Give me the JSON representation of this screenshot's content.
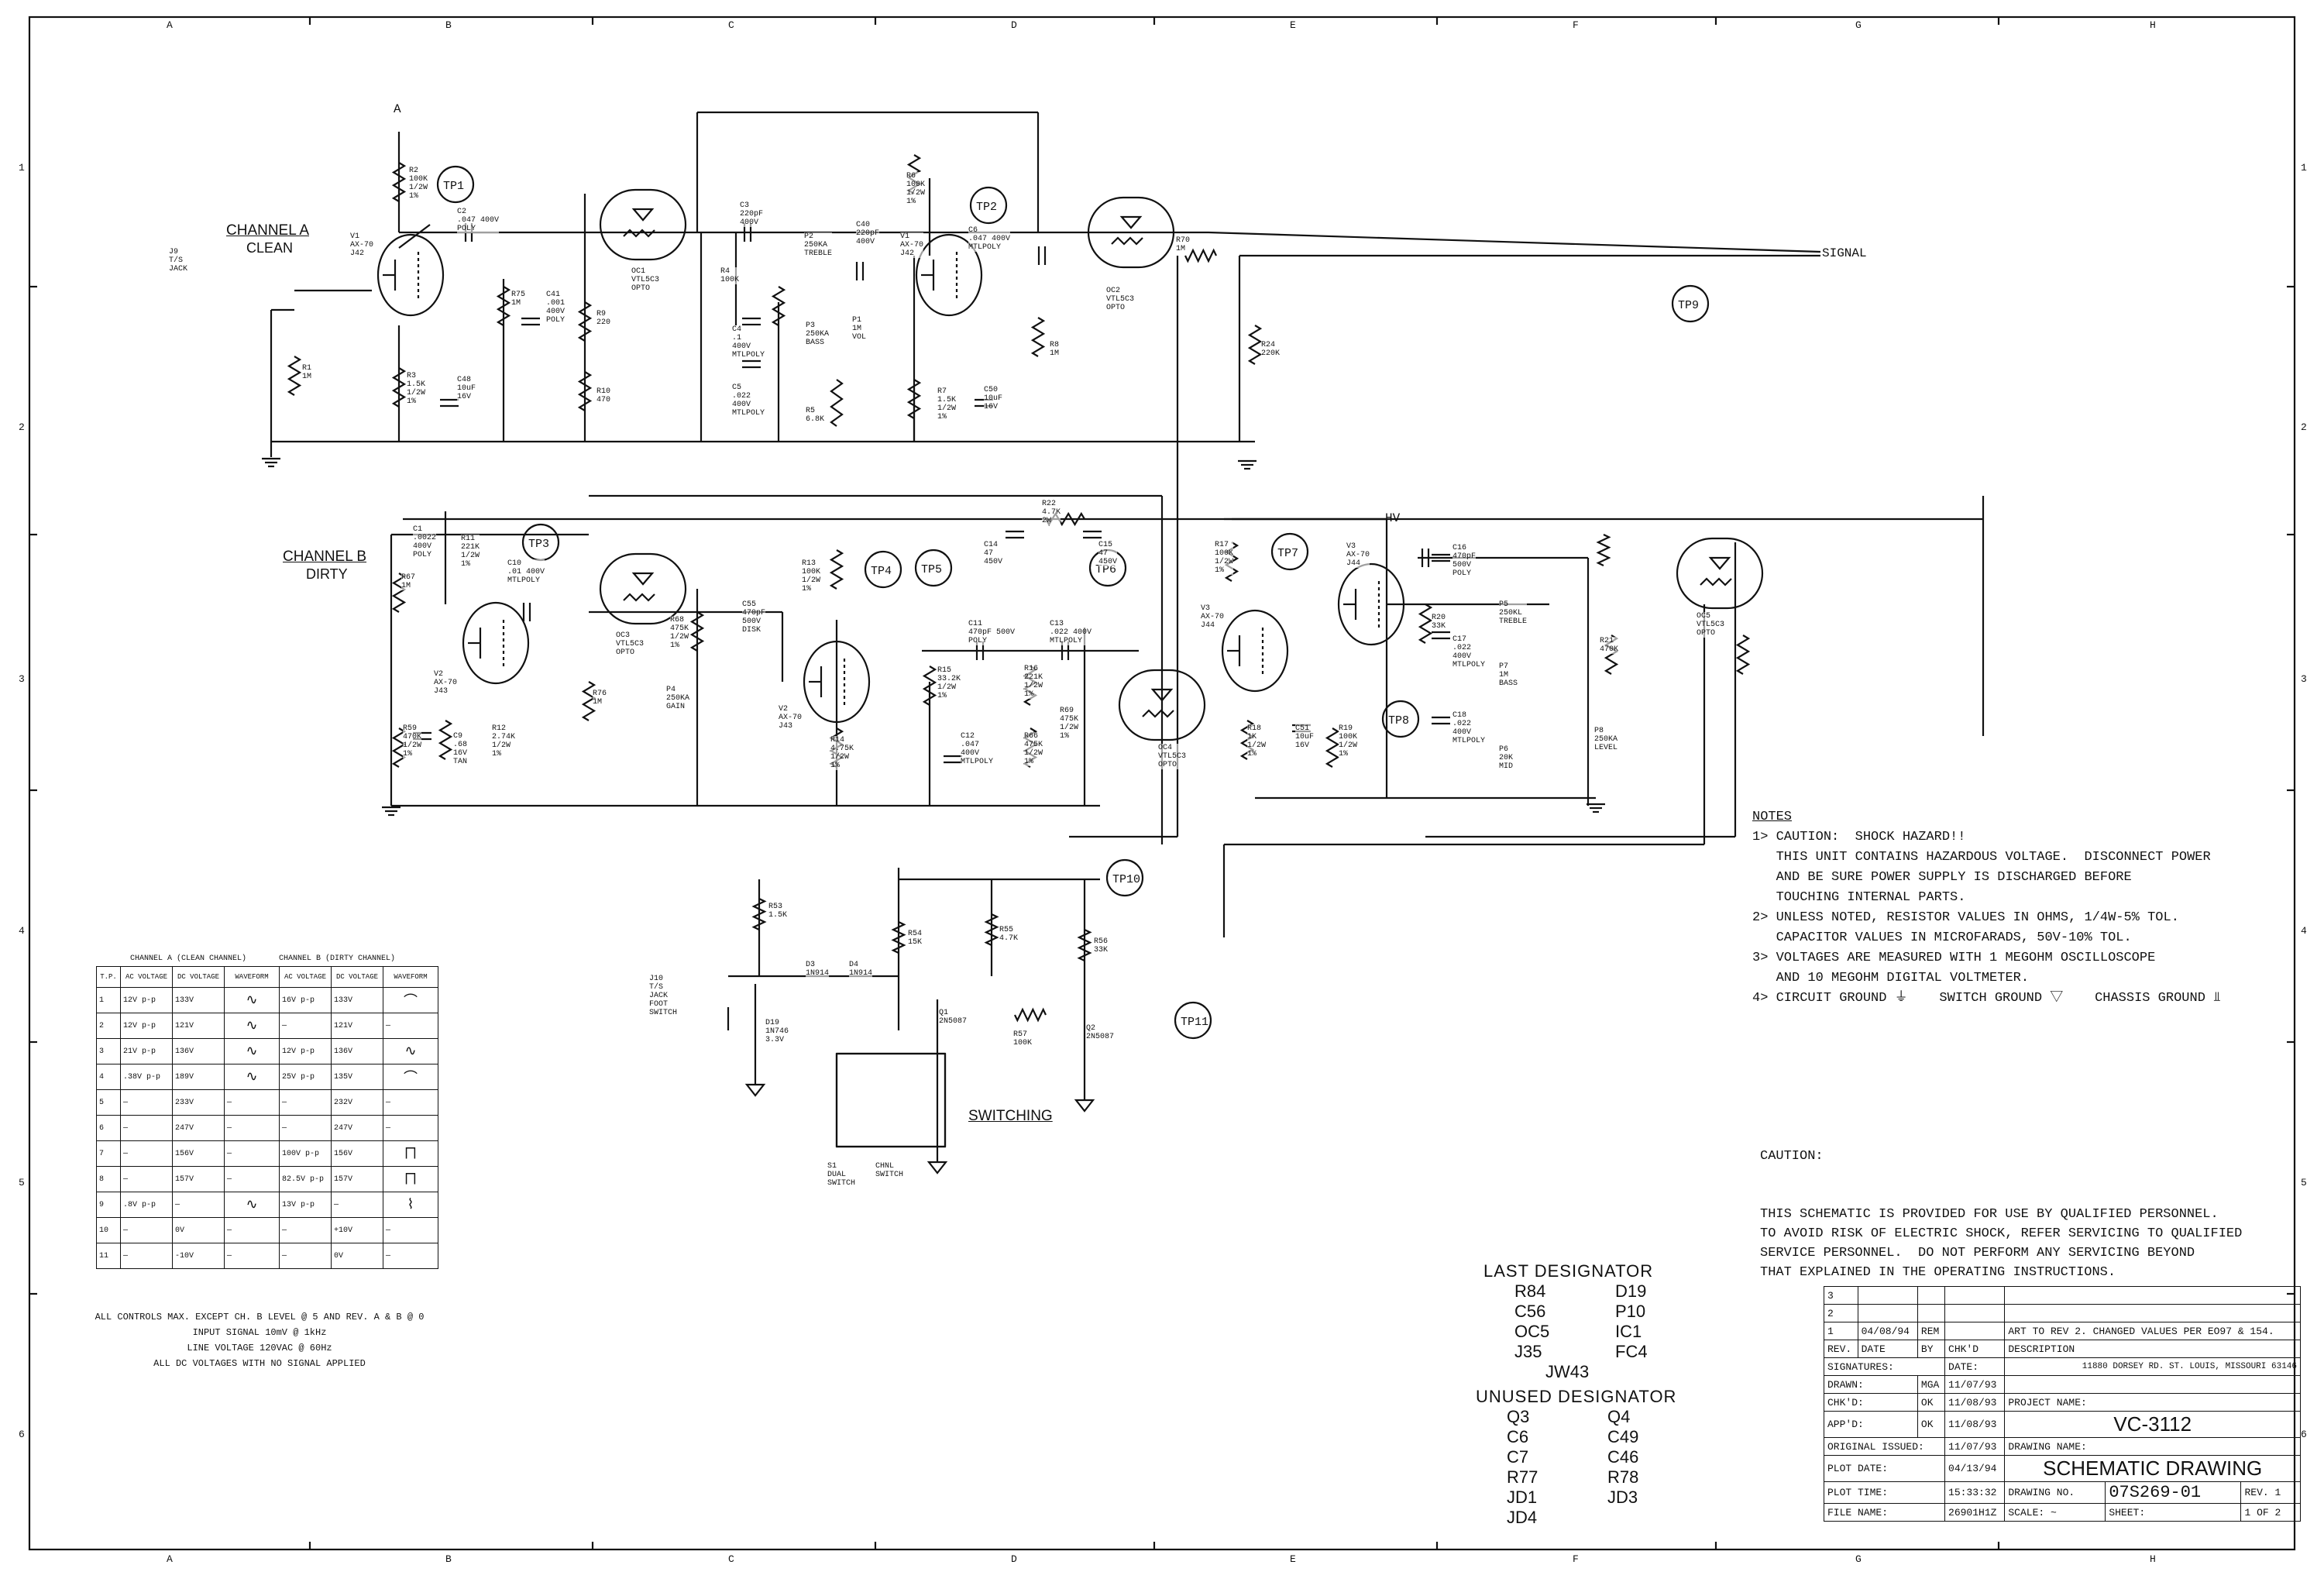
{
  "border": {
    "columns": [
      "A",
      "B",
      "C",
      "D",
      "E",
      "F",
      "G",
      "H"
    ],
    "rows": [
      "1",
      "2",
      "3",
      "4",
      "5",
      "6"
    ]
  },
  "schematic": {
    "channel_a_title": "CHANNEL A",
    "channel_a_sub": "CLEAN",
    "channel_b_title": "CHANNEL B",
    "channel_b_sub": "DIRTY",
    "switching_title": "SWITCHING",
    "signal_label": "SIGNAL",
    "hv_label": "HV",
    "a_label": "A",
    "test_points": [
      "TP1",
      "TP2",
      "TP3",
      "TP4",
      "TP5",
      "TP6",
      "TP7",
      "TP8",
      "TP9",
      "TP10",
      "TP11"
    ],
    "components": [
      {
        "ref": "J9",
        "lines": [
          "J9",
          "T/S",
          "JACK"
        ]
      },
      {
        "ref": "R2",
        "lines": [
          "R2",
          "100K",
          "1/2W",
          "1%"
        ]
      },
      {
        "ref": "C2",
        "lines": [
          "C2",
          ".047 400V",
          "POLY"
        ]
      },
      {
        "ref": "V1a",
        "lines": [
          "V1",
          "AX-70",
          "J42"
        ]
      },
      {
        "ref": "R1",
        "lines": [
          "R1",
          "1M"
        ]
      },
      {
        "ref": "R3",
        "lines": [
          "R3",
          "1.5K",
          "1/2W",
          "1%"
        ]
      },
      {
        "ref": "C48",
        "lines": [
          "C48",
          "10uF",
          "16V"
        ]
      },
      {
        "ref": "R75",
        "lines": [
          "R75",
          "1M"
        ]
      },
      {
        "ref": "C41",
        "lines": [
          "C41",
          ".001",
          "400V",
          "POLY"
        ]
      },
      {
        "ref": "R9",
        "lines": [
          "R9",
          "220"
        ]
      },
      {
        "ref": "R10",
        "lines": [
          "R10",
          "470"
        ]
      },
      {
        "ref": "OC1",
        "lines": [
          "OC1",
          "VTL5C3",
          "OPTO"
        ]
      },
      {
        "ref": "C3",
        "lines": [
          "C3",
          "220pF",
          "400V"
        ]
      },
      {
        "ref": "R4",
        "lines": [
          "R4",
          "100K"
        ]
      },
      {
        "ref": "C4",
        "lines": [
          "C4",
          ".1",
          "400V",
          "MTLPOLY"
        ]
      },
      {
        "ref": "C5",
        "lines": [
          "C5",
          ".022",
          "400V",
          "MTLPOLY"
        ]
      },
      {
        "ref": "P2",
        "lines": [
          "P2",
          "250KA",
          "TREBLE"
        ]
      },
      {
        "ref": "P3",
        "lines": [
          "P3",
          "250KA",
          "BASS"
        ]
      },
      {
        "ref": "R5",
        "lines": [
          "R5",
          "6.8K"
        ]
      },
      {
        "ref": "C40",
        "lines": [
          "C40",
          "220pF",
          "400V"
        ]
      },
      {
        "ref": "P1",
        "lines": [
          "P1",
          "1M",
          "VOL"
        ]
      },
      {
        "ref": "R6",
        "lines": [
          "R6",
          "100K",
          "1/2W",
          "1%"
        ]
      },
      {
        "ref": "C6",
        "lines": [
          "C6",
          ".047 400V",
          "MTLPOLY"
        ]
      },
      {
        "ref": "V1b",
        "lines": [
          "V1",
          "AX-70",
          "J42"
        ]
      },
      {
        "ref": "R7",
        "lines": [
          "R7",
          "1.5K",
          "1/2W",
          "1%"
        ]
      },
      {
        "ref": "C50",
        "lines": [
          "C50",
          "10uF",
          "16V"
        ]
      },
      {
        "ref": "R8",
        "lines": [
          "R8",
          "1M"
        ]
      },
      {
        "ref": "OC2",
        "lines": [
          "OC2",
          "VTL5C3",
          "OPTO"
        ]
      },
      {
        "ref": "R70",
        "lines": [
          "R70",
          "1M"
        ]
      },
      {
        "ref": "R24",
        "lines": [
          "R24",
          "220K"
        ]
      },
      {
        "ref": "C1",
        "lines": [
          "C1",
          ".0022",
          "400V",
          "POLY"
        ]
      },
      {
        "ref": "R11",
        "lines": [
          "R11",
          "221K",
          "1/2W",
          "1%"
        ]
      },
      {
        "ref": "C10",
        "lines": [
          "C10",
          ".01 400V",
          "MTLPOLY"
        ]
      },
      {
        "ref": "R67",
        "lines": [
          "R67",
          "1M"
        ]
      },
      {
        "ref": "V2a",
        "lines": [
          "V2",
          "AX-70",
          "J43"
        ]
      },
      {
        "ref": "R59",
        "lines": [
          "R59",
          "470K",
          "1/2W",
          "1%"
        ]
      },
      {
        "ref": "C9",
        "lines": [
          "C9",
          ".68",
          "16V",
          "TAN"
        ]
      },
      {
        "ref": "R12",
        "lines": [
          "R12",
          "2.74K",
          "1/2W",
          "1%"
        ]
      },
      {
        "ref": "OC3",
        "lines": [
          "OC3",
          "VTL5C3",
          "OPTO"
        ]
      },
      {
        "ref": "R76",
        "lines": [
          "R76",
          "1M"
        ]
      },
      {
        "ref": "R68",
        "lines": [
          "R68",
          "475K",
          "1/2W",
          "1%"
        ]
      },
      {
        "ref": "C55",
        "lines": [
          "C55",
          "470pF",
          "500V",
          "DISK"
        ]
      },
      {
        "ref": "P4",
        "lines": [
          "P4",
          "250KA",
          "GAIN"
        ]
      },
      {
        "ref": "R13",
        "lines": [
          "R13",
          "100K",
          "1/2W",
          "1%"
        ]
      },
      {
        "ref": "V2b",
        "lines": [
          "V2",
          "AX-70",
          "J43"
        ]
      },
      {
        "ref": "R14",
        "lines": [
          "R14",
          "4.75K",
          "1/2W",
          "1%"
        ]
      },
      {
        "ref": "C11",
        "lines": [
          "C11",
          "470pF 500V",
          "POLY"
        ]
      },
      {
        "ref": "R15",
        "lines": [
          "R15",
          "33.2K",
          "1/2W",
          "1%"
        ]
      },
      {
        "ref": "C12",
        "lines": [
          "C12",
          ".047",
          "400V",
          "MTLPOLY"
        ]
      },
      {
        "ref": "R16",
        "lines": [
          "R16",
          "221K",
          "1/2W",
          "1%"
        ]
      },
      {
        "ref": "C13",
        "lines": [
          "C13",
          ".022 400V",
          "MTLPOLY"
        ]
      },
      {
        "ref": "R69",
        "lines": [
          "R69",
          "475K",
          "1/2W",
          "1%"
        ]
      },
      {
        "ref": "R66",
        "lines": [
          "R66",
          "475K",
          "1/2W",
          "1%"
        ]
      },
      {
        "ref": "C14",
        "lines": [
          "C14",
          "47",
          "450V"
        ]
      },
      {
        "ref": "R22",
        "lines": [
          "R22",
          "4.7K",
          "2W"
        ]
      },
      {
        "ref": "C15",
        "lines": [
          "C15",
          "47",
          "450V"
        ]
      },
      {
        "ref": "OC4",
        "lines": [
          "OC4",
          "VTL5C3",
          "OPTO"
        ]
      },
      {
        "ref": "R17",
        "lines": [
          "R17",
          "100K",
          "1/2W",
          "1%"
        ]
      },
      {
        "ref": "V3a",
        "lines": [
          "V3",
          "AX-70",
          "J44"
        ]
      },
      {
        "ref": "V3b",
        "lines": [
          "V3",
          "AX-70",
          "J44"
        ]
      },
      {
        "ref": "R18",
        "lines": [
          "R18",
          "1K",
          "1/2W",
          "1%"
        ]
      },
      {
        "ref": "C51",
        "lines": [
          "C51",
          "10uF",
          "16V"
        ]
      },
      {
        "ref": "R19",
        "lines": [
          "R19",
          "100K",
          "1/2W",
          "1%"
        ]
      },
      {
        "ref": "C16",
        "lines": [
          "C16",
          "470pF",
          "500V",
          "POLY"
        ]
      },
      {
        "ref": "R20",
        "lines": [
          "R20",
          "33K"
        ]
      },
      {
        "ref": "C17",
        "lines": [
          "C17",
          ".022",
          "400V",
          "MTLPOLY"
        ]
      },
      {
        "ref": "P5",
        "lines": [
          "P5",
          "250KL",
          "TREBLE"
        ]
      },
      {
        "ref": "P7",
        "lines": [
          "P7",
          "1M",
          "BASS"
        ]
      },
      {
        "ref": "C18",
        "lines": [
          "C18",
          ".022",
          "400V",
          "MTLPOLY"
        ]
      },
      {
        "ref": "P6",
        "lines": [
          "P6",
          "20K",
          "MID"
        ]
      },
      {
        "ref": "R21",
        "lines": [
          "R21",
          "470K"
        ]
      },
      {
        "ref": "P8",
        "lines": [
          "P8",
          "250KA",
          "LEVEL"
        ]
      },
      {
        "ref": "OC5",
        "lines": [
          "OC5",
          "VTL5C3",
          "OPTO"
        ]
      },
      {
        "ref": "R53",
        "lines": [
          "R53",
          "1.5K"
        ]
      },
      {
        "ref": "D3",
        "lines": [
          "D3",
          "1N914"
        ]
      },
      {
        "ref": "D4",
        "lines": [
          "D4",
          "1N914"
        ]
      },
      {
        "ref": "J10",
        "lines": [
          "J10",
          "T/S",
          "JACK",
          "FOOT",
          "SWITCH"
        ]
      },
      {
        "ref": "D19",
        "lines": [
          "D19",
          "1N746",
          "3.3V"
        ]
      },
      {
        "ref": "R54",
        "lines": [
          "R54",
          "15K"
        ]
      },
      {
        "ref": "R55",
        "lines": [
          "R55",
          "4.7K"
        ]
      },
      {
        "ref": "R56",
        "lines": [
          "R56",
          "33K"
        ]
      },
      {
        "ref": "Q1",
        "lines": [
          "Q1",
          "2N5087"
        ]
      },
      {
        "ref": "R57",
        "lines": [
          "R57",
          "100K"
        ]
      },
      {
        "ref": "Q2",
        "lines": [
          "Q2",
          "2N5087"
        ]
      },
      {
        "ref": "S1",
        "lines": [
          "S1",
          "DUAL",
          "SWITCH"
        ]
      },
      {
        "ref": "CHNL",
        "lines": [
          "CHNL",
          "SWITCH"
        ]
      }
    ]
  },
  "notes": {
    "title": "NOTES",
    "lines": [
      "1> CAUTION:  SHOCK HAZARD!!",
      "   THIS UNIT CONTAINS HAZARDOUS VOLTAGE.  DISCONNECT POWER",
      "   AND BE SURE POWER SUPPLY IS DISCHARGED BEFORE",
      "   TOUCHING INTERNAL PARTS.",
      "2> UNLESS NOTED, RESISTOR VALUES IN OHMS, 1/4W-5% TOL.",
      "   CAPACITOR VALUES IN MICROFARADS, 50V-10% TOL.",
      "3> VOLTAGES ARE MEASURED WITH 1 MEGOHM OSCILLOSCOPE",
      "   AND 10 MEGOHM DIGITAL VOLTMETER.",
      "4> CIRCUIT GROUND ⏚    SWITCH GROUND ▽    CHASSIS GROUND ⫫"
    ]
  },
  "caution": {
    "title": "CAUTION:",
    "lines": [
      "THIS SCHEMATIC IS PROVIDED FOR USE BY QUALIFIED PERSONNEL.",
      "TO AVOID RISK OF ELECTRIC SHOCK, REFER SERVICING TO QUALIFIED",
      "SERVICE PERSONNEL.  DO NOT PERFORM ANY SERVICING BEYOND",
      "THAT EXPLAINED IN THE OPERATING INSTRUCTIONS."
    ]
  },
  "designators": {
    "last_title": "LAST DESIGNATOR",
    "last": [
      "R84",
      "D19",
      "C56",
      "P10",
      "OC5",
      "IC1",
      "J35",
      "FC4"
    ],
    "last_extra": "JW43",
    "unused_title": "UNUSED DESIGNATOR",
    "unused": [
      "Q3",
      "Q4",
      "C6",
      "C49",
      "C7",
      "C46",
      "R77",
      "R78",
      "JD1",
      "JD3",
      "JD4",
      ""
    ]
  },
  "voltage_table": {
    "header_a": "CHANNEL A (CLEAN CHANNEL)",
    "header_b": "CHANNEL B (DIRTY CHANNEL)",
    "columns": [
      "T.P.",
      "AC VOLTAGE",
      "DC VOLTAGE",
      "WAVEFORM",
      "AC VOLTAGE",
      "DC VOLTAGE",
      "WAVEFORM"
    ],
    "rows": [
      [
        "1",
        "12V p-p",
        "133V",
        "sine",
        "16V p-p",
        "133V",
        "arc"
      ],
      [
        "2",
        "12V p-p",
        "121V",
        "sine",
        "—",
        "121V",
        "—"
      ],
      [
        "3",
        "21V p-p",
        "136V",
        "sine",
        "12V p-p",
        "136V",
        "sine"
      ],
      [
        "4",
        ".38V p-p",
        "189V",
        "sine",
        "25V p-p",
        "135V",
        "arc"
      ],
      [
        "5",
        "—",
        "233V",
        "—",
        "—",
        "232V",
        "—"
      ],
      [
        "6",
        "—",
        "247V",
        "—",
        "—",
        "247V",
        "—"
      ],
      [
        "7",
        "—",
        "156V",
        "—",
        "100V p-p",
        "156V",
        "square"
      ],
      [
        "8",
        "—",
        "157V",
        "—",
        "82.5V p-p",
        "157V",
        "square"
      ],
      [
        "9",
        ".8V p-p",
        "—",
        "sine",
        "13V p-p",
        "—",
        "distorted"
      ],
      [
        "10",
        "—",
        "0V",
        "—",
        "—",
        "+10V",
        "—"
      ],
      [
        "11",
        "—",
        "-10V",
        "—",
        "—",
        "0V",
        "—"
      ]
    ],
    "footnotes": [
      "ALL CONTROLS MAX. EXCEPT CH. B LEVEL @ 5 AND REV. A & B @ 0",
      "INPUT SIGNAL 10mV @ 1kHz",
      "LINE VOLTAGE  120VAC @ 60Hz",
      "ALL DC VOLTAGES WITH NO SIGNAL APPLIED"
    ]
  },
  "title_block": {
    "rev_rows": [
      {
        "rev": "3",
        "date": "",
        "by": "",
        "chkd": "",
        "desc": ""
      },
      {
        "rev": "2",
        "date": "",
        "by": "",
        "chkd": "",
        "desc": ""
      },
      {
        "rev": "1",
        "date": "04/08/94",
        "by": "REM",
        "chkd": "",
        "desc": "ART TO REV 2. CHANGED VALUES PER EO97 & 154."
      }
    ],
    "rev_hdr": [
      "REV.",
      "DATE",
      "BY",
      "CHK'D",
      "DESCRIPTION"
    ],
    "sig_hdr": "SIGNATURES:",
    "date_hdr": "DATE:",
    "drawn_label": "DRAWN:",
    "drawn_by": "MGA",
    "drawn_date": "11/07/93",
    "chkd_label": "CHK'D:",
    "chkd_by": "OK",
    "chkd_date": "11/08/93",
    "appd_label": "APP'D:",
    "appd_by": "OK",
    "appd_date": "11/08/93",
    "orig_label": "ORIGINAL ISSUED:",
    "orig_date": "11/07/93",
    "plotdate_label": "PLOT DATE:",
    "plot_date": "04/13/94",
    "plottime_label": "PLOT TIME:",
    "plot_time": "15:33:32",
    "file_label": "FILE NAME:",
    "file_name": "26901H1Z",
    "company_address": "11880 DORSEY RD.  ST. LOUIS, MISSOURI 63146",
    "project_label": "PROJECT NAME:",
    "project": "VC-3112",
    "drawing_label": "DRAWING NAME:",
    "drawing_name": "SCHEMATIC DRAWING",
    "drawing_no_label": "DRAWING NO.",
    "drawing_no": "07S269-01",
    "rev_label": "REV.",
    "rev": "1",
    "scale_label": "SCALE:",
    "scale": "~",
    "sheet_label": "SHEET:",
    "sheet": "1 OF 2"
  }
}
